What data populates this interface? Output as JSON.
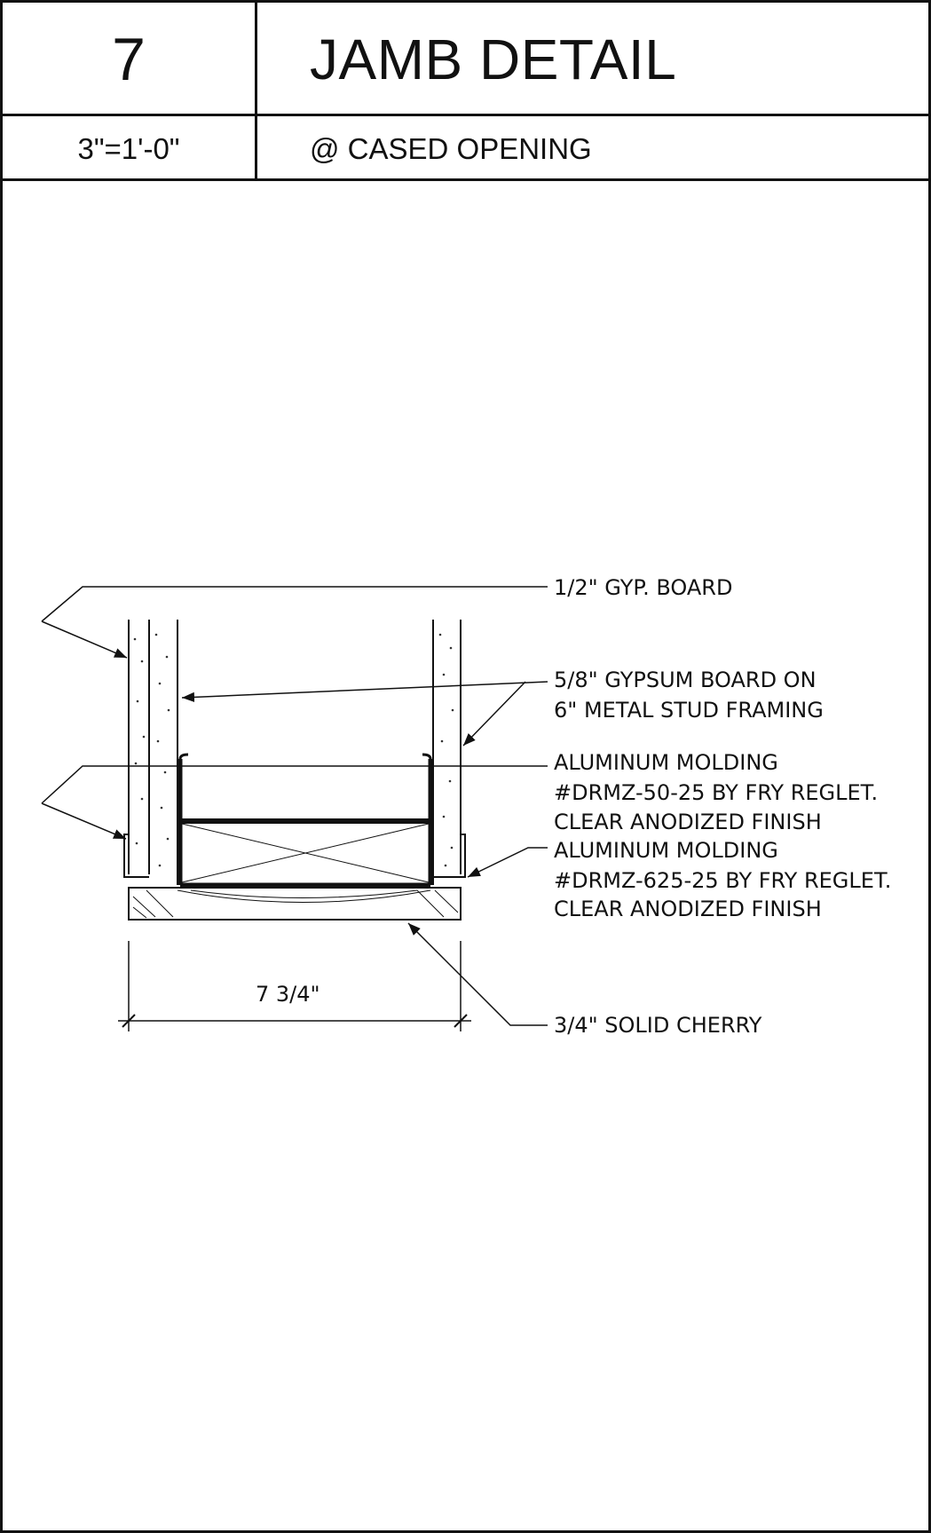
{
  "header": {
    "detail_number": "7",
    "title": "JAMB DETAIL",
    "scale": "3\"=1'-0\"",
    "subtitle": "@ CASED OPENING"
  },
  "notes": {
    "gyp_board": "1/2\" GYP. BOARD",
    "gypsum_line1": "5/8\" GYPSUM BOARD ON",
    "gypsum_line2": "6\" METAL STUD FRAMING",
    "molding1_line1": "ALUMINUM MOLDING",
    "molding1_line2": "#DRMZ-50-25 BY FRY REGLET.",
    "molding1_line3": "CLEAR ANODIZED FINISH",
    "molding2_line1": "ALUMINUM MOLDING",
    "molding2_line2": "#DRMZ-625-25 BY FRY REGLET.",
    "molding2_line3": "CLEAR ANODIZED FINISH",
    "cherry": "3/4\" SOLID CHERRY"
  },
  "dimension": {
    "width_label": "7 3/4\""
  }
}
